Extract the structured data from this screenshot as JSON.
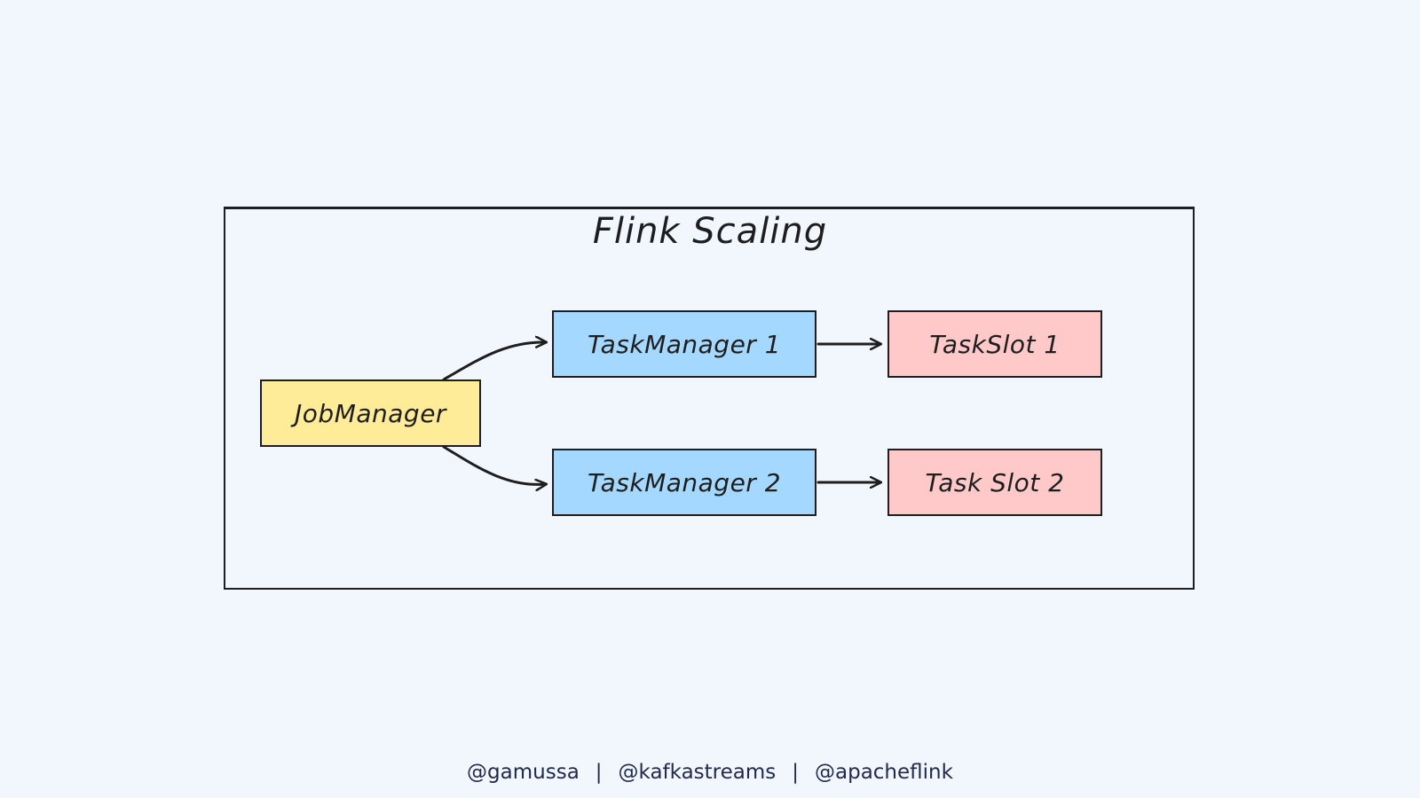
{
  "diagram": {
    "title": "Flink Scaling",
    "colors": {
      "background": "#f2f7fe",
      "stroke": "#1e1e1e",
      "jobmanager_fill": "#ffec99",
      "taskmanager_fill": "#a5d8ff",
      "taskslot_fill": "#ffc9c9"
    },
    "nodes": {
      "jobmanager": "JobManager",
      "taskmanager_1": "TaskManager 1",
      "taskmanager_2": "TaskManager 2",
      "taskslot_1": "TaskSlot 1",
      "taskslot_2": "Task Slot 2"
    },
    "edges": [
      {
        "from": "JobManager",
        "to": "TaskManager 1"
      },
      {
        "from": "JobManager",
        "to": "TaskManager 2"
      },
      {
        "from": "TaskManager 1",
        "to": "TaskSlot 1"
      },
      {
        "from": "TaskManager 2",
        "to": "Task Slot 2"
      }
    ]
  },
  "footer": {
    "handle_1": "@gamussa",
    "separator": "|",
    "handle_2": "@kafkastreams",
    "handle_3": "@apacheflink"
  }
}
